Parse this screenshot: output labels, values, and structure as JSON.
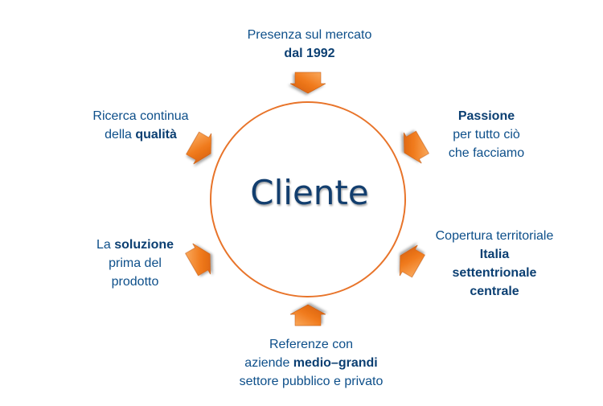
{
  "center": {
    "label": "Cliente"
  },
  "colors": {
    "circle": "#e8742a",
    "arrow": "#f07a1c",
    "text": "#0d4f8a"
  },
  "items": [
    {
      "lines": [
        {
          "normal": "Presenza sul mercato"
        },
        {
          "bold": "dal 1992"
        }
      ]
    },
    {
      "lines": [
        {
          "bold": "Passione"
        },
        {
          "normal": "per tutto ciò"
        },
        {
          "normal": "che facciamo"
        }
      ]
    },
    {
      "lines": [
        {
          "normal": "Copertura territoriale"
        },
        {
          "bold": "Italia"
        },
        {
          "bold": "settentrionale"
        },
        {
          "bold": "centrale"
        }
      ]
    },
    {
      "lines": [
        {
          "normal": "Referenze con"
        },
        {
          "normal": "aziende ",
          "bold": "medio–grandi"
        },
        {
          "normal": "settore pubblico e privato"
        }
      ]
    },
    {
      "lines": [
        {
          "normal": "La ",
          "bold": "soluzione"
        },
        {
          "normal": "prima del"
        },
        {
          "normal": "prodotto"
        }
      ]
    },
    {
      "lines": [
        {
          "normal": "Ricerca continua"
        },
        {
          "normal": "della ",
          "bold": "qualità"
        }
      ]
    }
  ]
}
